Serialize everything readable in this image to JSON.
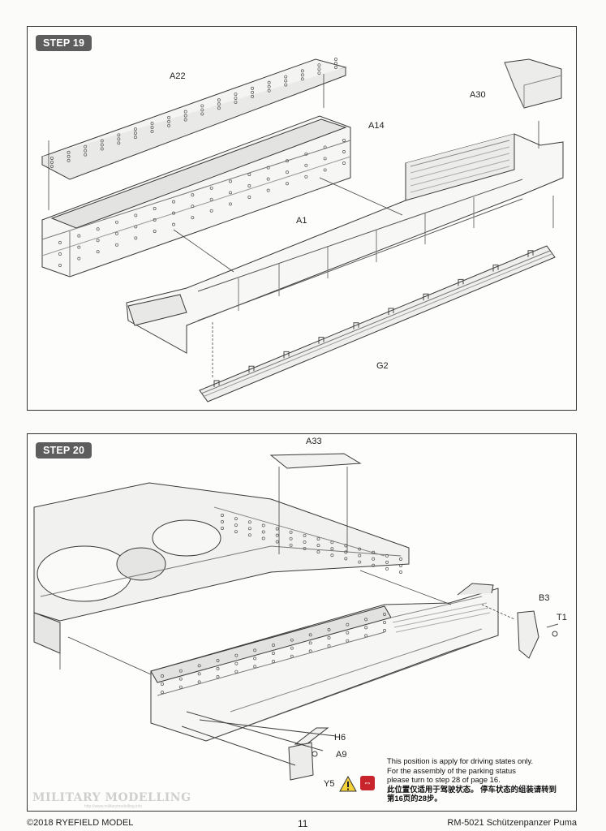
{
  "step19": {
    "badge": "STEP 19",
    "labels": {
      "a22": "A22",
      "a30": "A30",
      "a14": "A14",
      "a1": "A1",
      "g2": "G2"
    }
  },
  "step20": {
    "badge": "STEP 20",
    "labels": {
      "a33": "A33",
      "b3": "B3",
      "t1": "T1",
      "h6": "H6",
      "a9": "A9",
      "y5": "Y5"
    },
    "note": {
      "en1": "This position is apply for driving states only.",
      "en2": "For the assembly of the parking status",
      "en3": "please turn to step 28 of page 16.",
      "cn1": "此位置仅适用于驾驶状态。 停车状态的组装请转到",
      "cn2": "第16页的28步。"
    },
    "watermark": "MILITARY MODELLING",
    "watermark_url": "http://www.militarymodelling.info"
  },
  "footer": {
    "left": "©2018 RYEFIELD MODEL",
    "center": "11",
    "right": "RM-5021 Schützenpanzer Puma"
  },
  "colors": {
    "badge": "#5d5d5d",
    "border": "#333333",
    "warning_red": "#c8242b",
    "warning_yellow": "#f3d23a"
  },
  "icons": [
    "warning-triangle-icon",
    "direction-sign-icon"
  ]
}
